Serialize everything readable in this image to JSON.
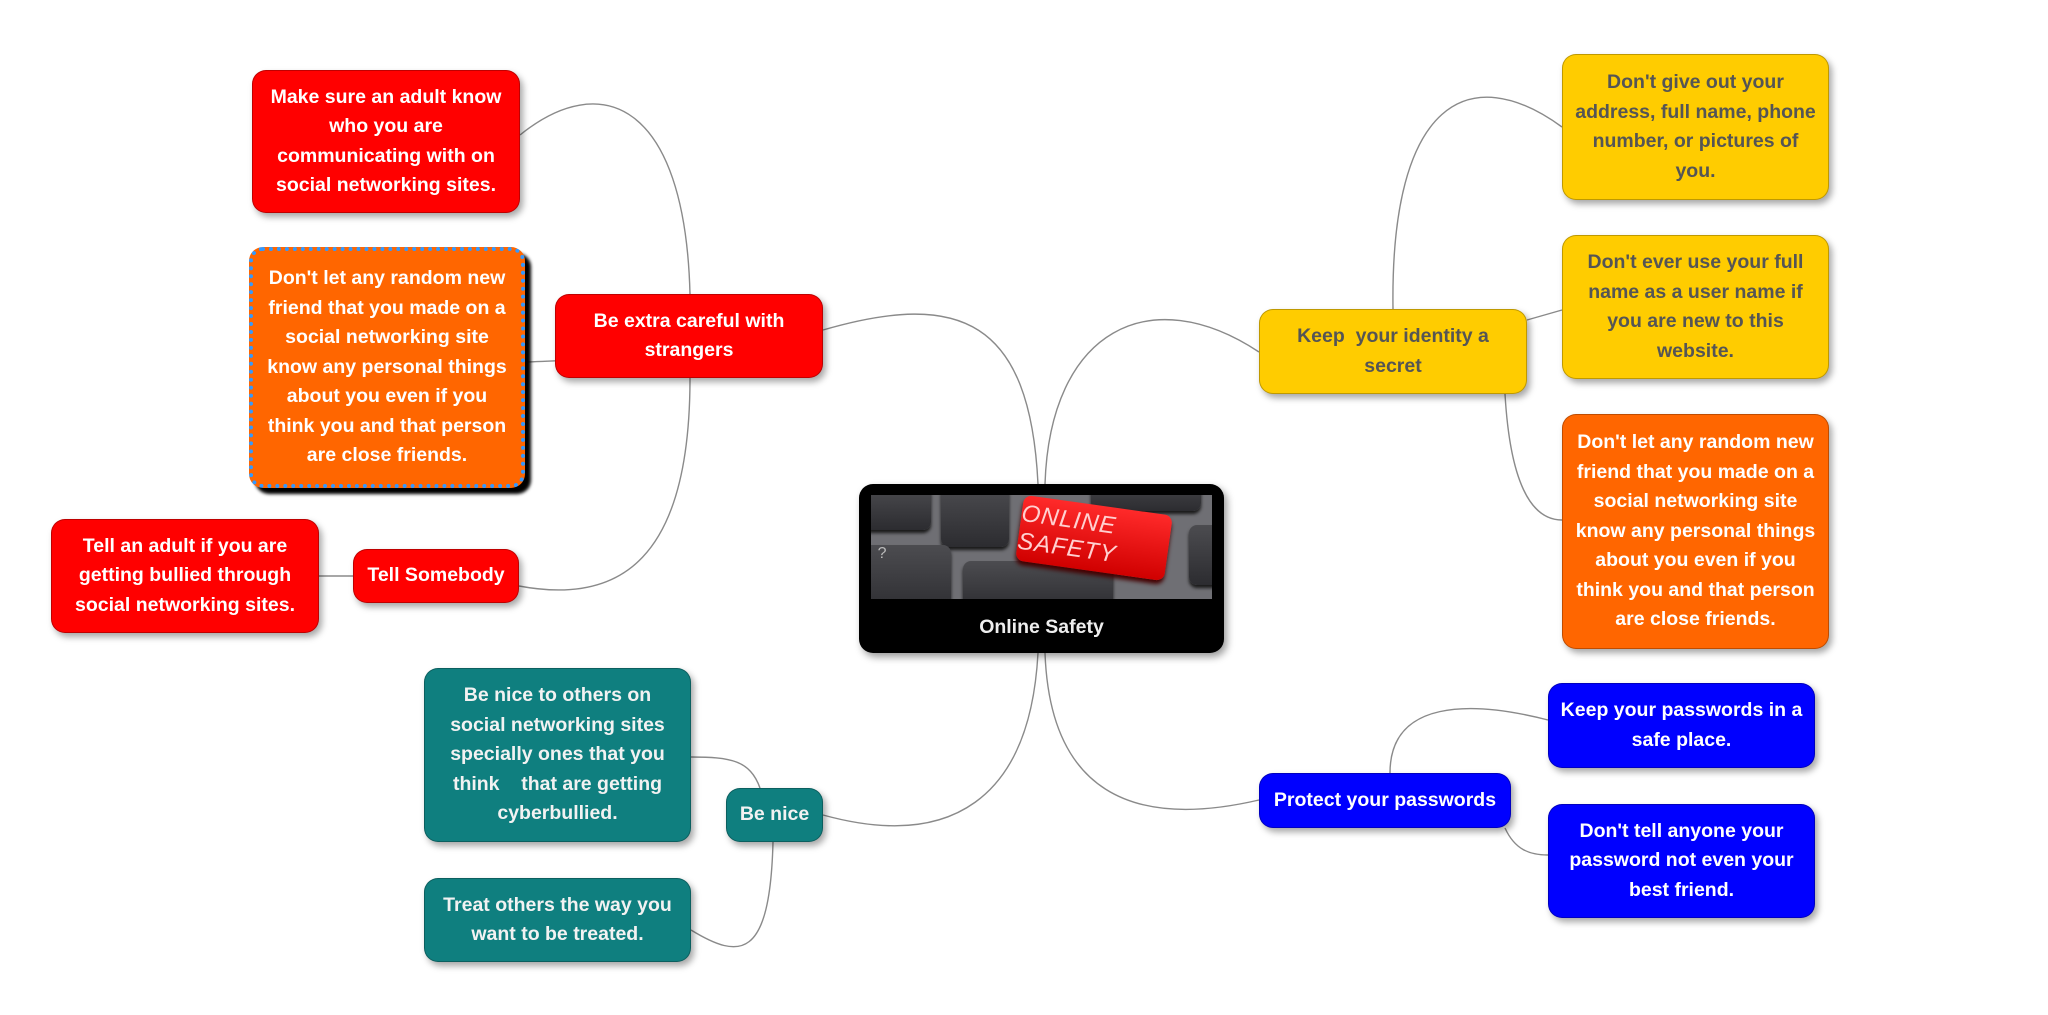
{
  "central": {
    "label": "Online Safety",
    "image_text": "ONLINE SAFETY"
  },
  "branches": {
    "strangers": {
      "label": "Be extra careful with strangers",
      "children": [
        "Make sure an adult know who you are communicating with on social networking sites.",
        "Don't let any random new friend that you made on a social networking site know any personal things about you even if you think you and that person are close friends."
      ]
    },
    "tell": {
      "label": "Tell Somebody",
      "children": [
        "Tell an adult if you are getting bullied through social networking sites."
      ]
    },
    "nice": {
      "label": "Be nice",
      "children": [
        "Be nice to others on social networking sites specially ones that you think    that are getting cyberbullied.",
        "Treat others the way you want to be treated."
      ]
    },
    "identity": {
      "label": "Keep  your identity a secret",
      "children": [
        "Don't give out your address, full name, phone number, or pictures of you.",
        "Don't ever use your full name as a user name if you are new to this website.",
        "Don't let any random new friend that you made on a social networking site know any personal things about you even if you think you and that person are close friends."
      ]
    },
    "passwords": {
      "label": "Protect your passwords",
      "children": [
        "Keep your passwords in a safe place.",
        "Don't tell anyone your password not even your best friend."
      ]
    }
  },
  "colors": {
    "red": "#ff0000",
    "orange": "#ff6600",
    "yellow": "#ffcc00",
    "teal": "#0f7f7f",
    "blue": "#0000ff"
  }
}
